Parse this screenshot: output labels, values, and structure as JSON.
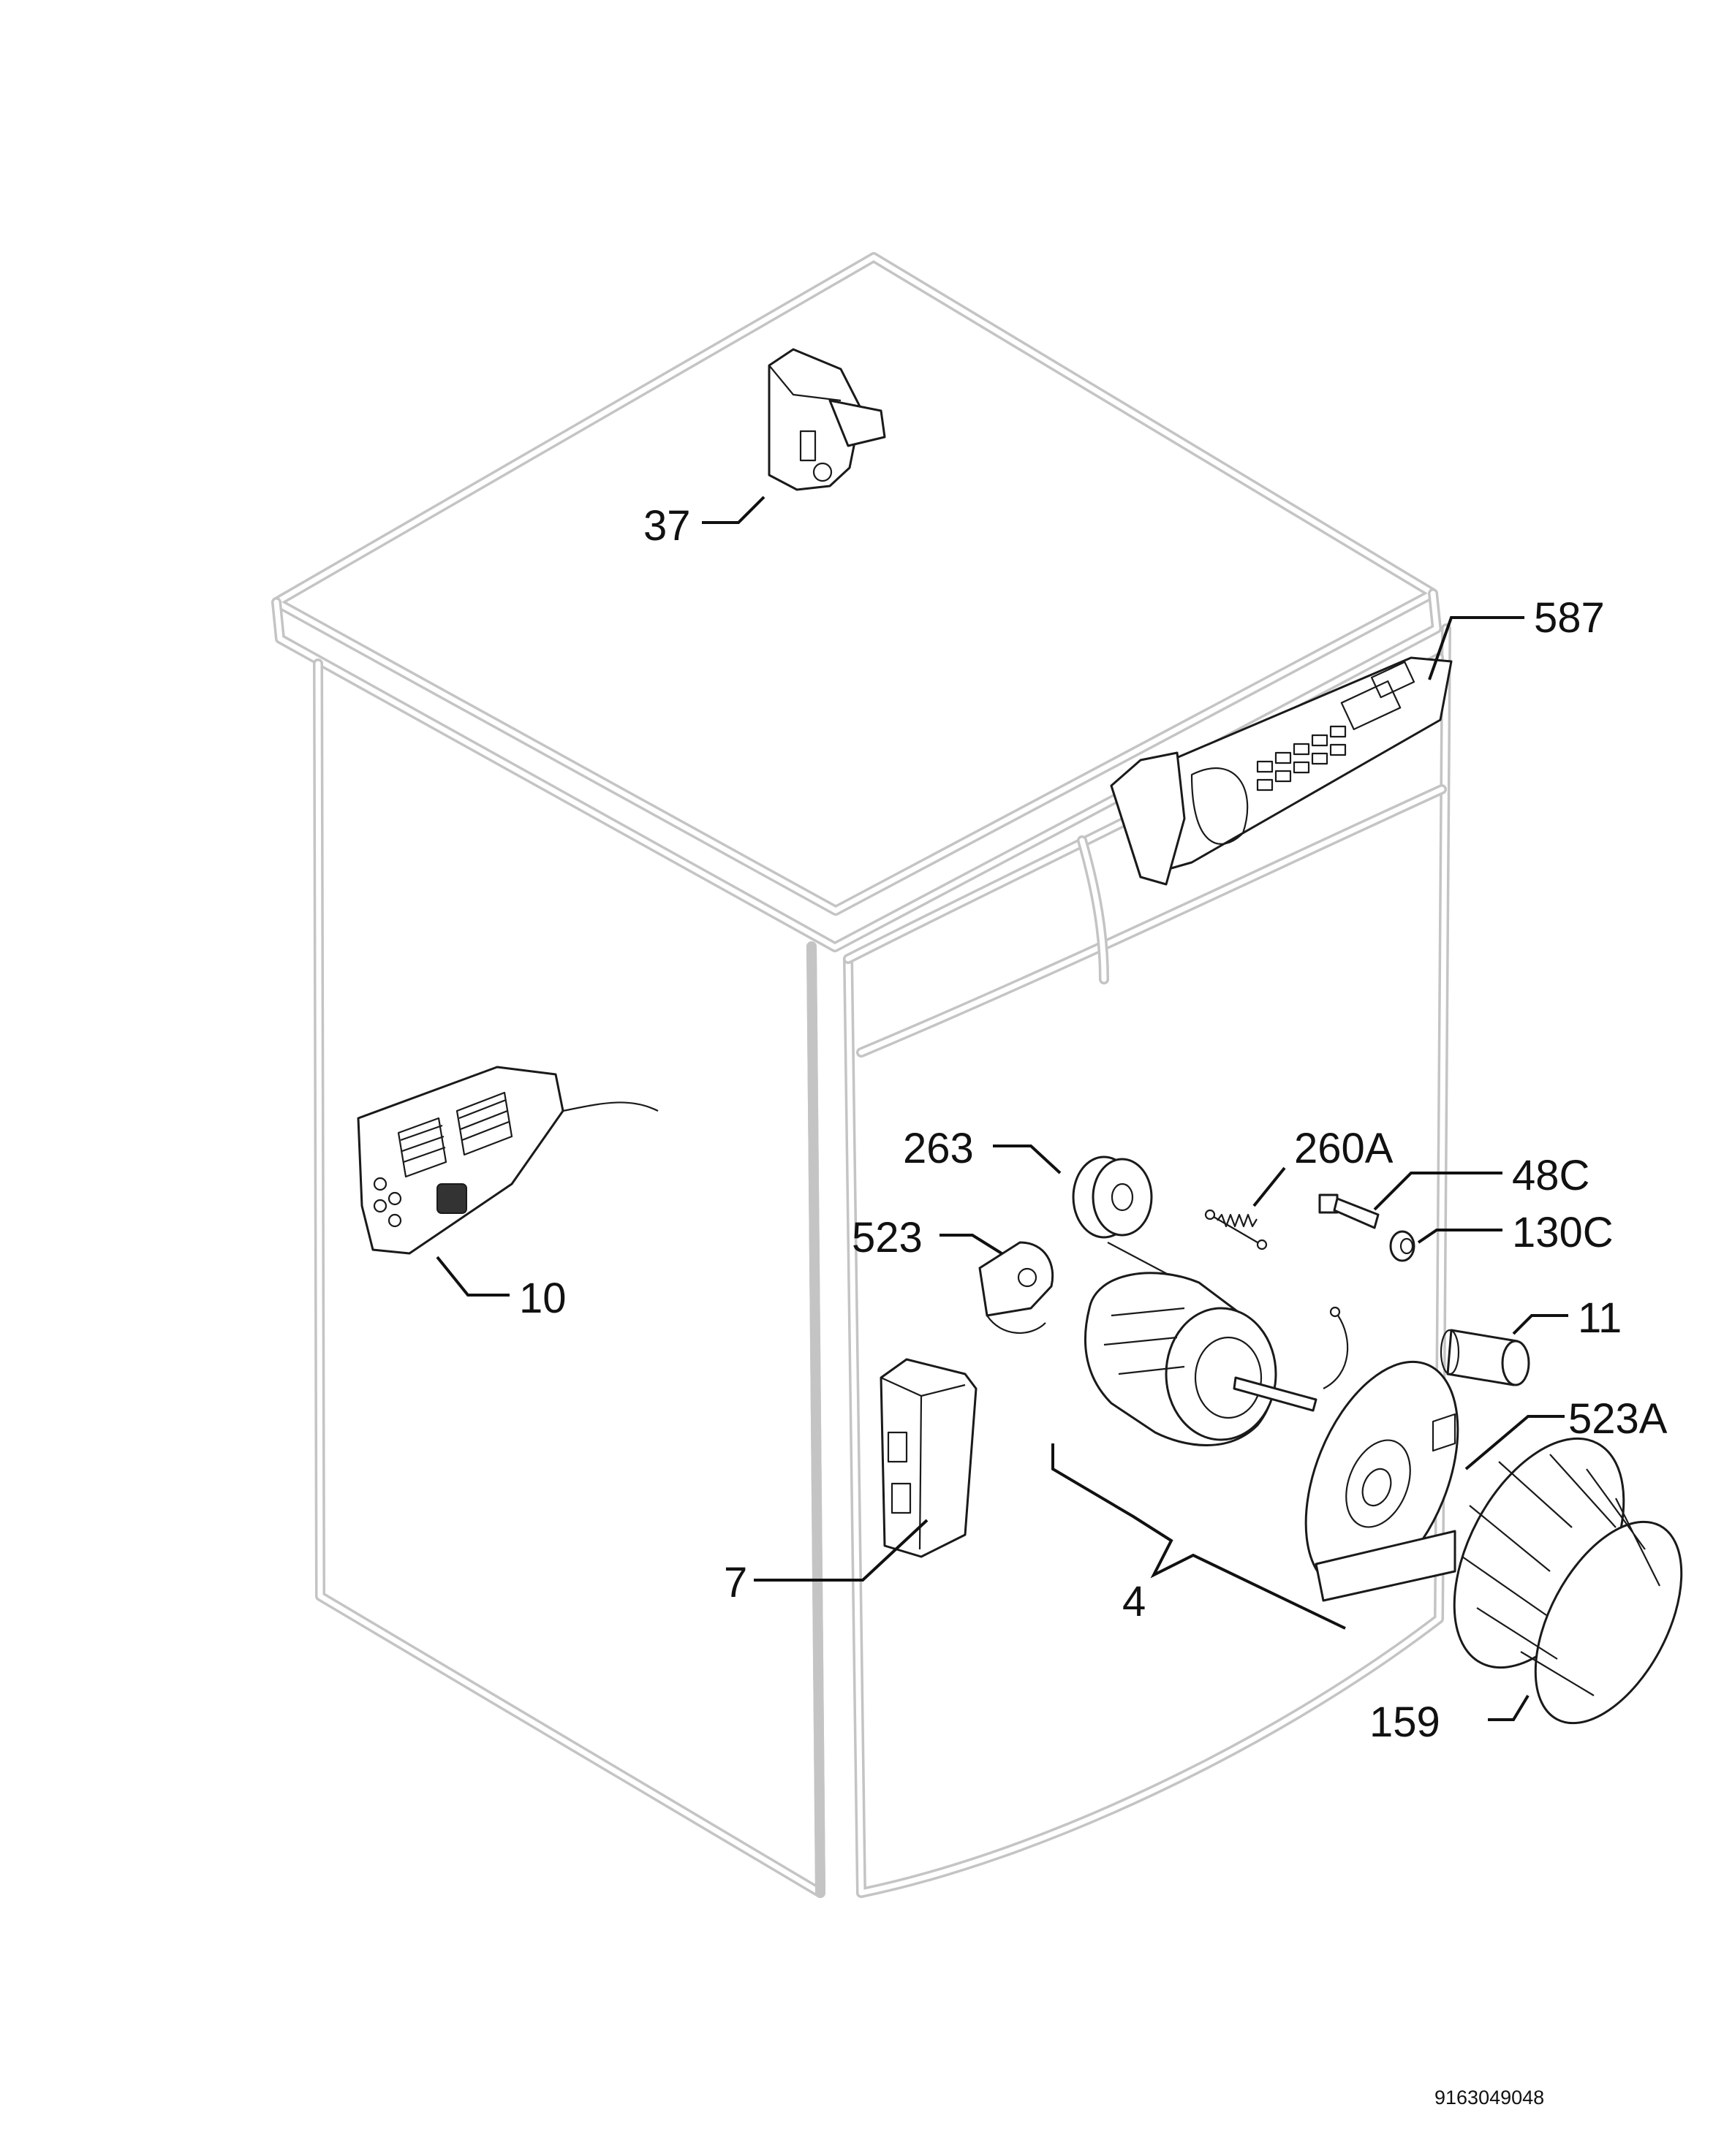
{
  "callouts": [
    {
      "id": "37",
      "text": "37"
    },
    {
      "id": "587",
      "text": "587"
    },
    {
      "id": "10",
      "text": "10"
    },
    {
      "id": "263",
      "text": "263"
    },
    {
      "id": "260A",
      "text": "260A"
    },
    {
      "id": "48C",
      "text": "48C"
    },
    {
      "id": "130C",
      "text": "130C"
    },
    {
      "id": "523",
      "text": "523"
    },
    {
      "id": "11",
      "text": "11"
    },
    {
      "id": "523A",
      "text": "523A"
    },
    {
      "id": "7",
      "text": "7"
    },
    {
      "id": "4",
      "text": "4"
    },
    {
      "id": "159",
      "text": "159"
    }
  ],
  "diagram_code": "9163049048",
  "colors": {
    "cabinet_outline": "#c4c4c4",
    "line": "#1a1a1a",
    "background": "#ffffff"
  }
}
